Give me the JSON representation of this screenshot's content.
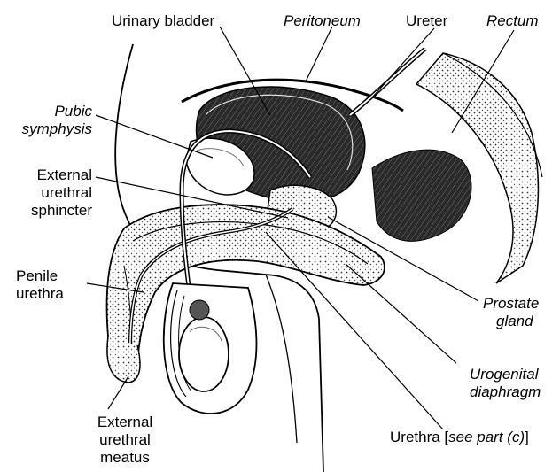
{
  "labels": {
    "urinary_bladder": "Urinary bladder",
    "peritoneum": "Peritoneum",
    "ureter": "Ureter",
    "rectum": "Rectum",
    "pubic_symphysis_1": "Pubic",
    "pubic_symphysis_2": "symphysis",
    "ext_sphincter_1": "External",
    "ext_sphincter_2": "urethral",
    "ext_sphincter_3": "sphincter",
    "penile_urethra_1": "Penile",
    "penile_urethra_2": "urethra",
    "prostate_1": "Prostate",
    "prostate_2": "gland",
    "urogenital_1": "Urogenital",
    "urogenital_2": "diaphragm",
    "meatus_1": "External",
    "meatus_2": "urethral",
    "meatus_3": "meatus",
    "urethra_main": "Urethra [",
    "urethra_italic": "see part (c)",
    "urethra_end": "]"
  },
  "colors": {
    "ink": "#000000",
    "tissue_dark": "#1a1a1a",
    "tissue_mid": "#8a8a8a",
    "paper": "#ffffff"
  }
}
